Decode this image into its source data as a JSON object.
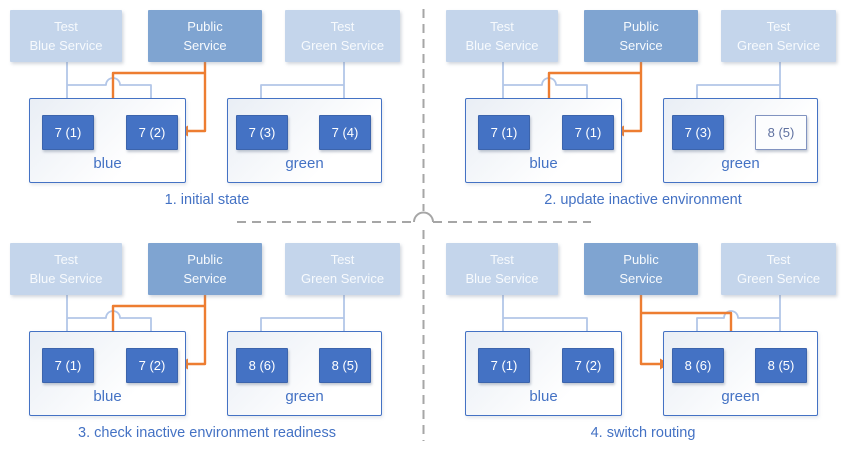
{
  "diagram": {
    "colors": {
      "pod_fill": "#4472c4",
      "pod_border": "#3c64ac",
      "pod_text": "#ffffff",
      "pod_inactive_bg": "#fcfdfe",
      "pod_inactive_border": "#8193c0",
      "pod_inactive_text": "#5f71a0",
      "test_service_fill": "#c4d5eb",
      "public_service_fill": "#7fa4d1",
      "service_text": "#f7fafd",
      "env_border": "#4472c4",
      "env_bg_start": "#e9eef5",
      "env_bg_end": "#ffffff",
      "label_text": "#4472c4",
      "test_arrow": "#b2c6e8",
      "public_arrow": "#ed7d31",
      "divider": "#a6a6a6"
    },
    "services": {
      "test_blue": [
        "Test",
        "Blue Service"
      ],
      "public": [
        "Public",
        "Service"
      ],
      "test_green": [
        "Test",
        "Green Service"
      ]
    },
    "panels": [
      {
        "caption": "1. initial state",
        "public_route": "blue",
        "blue_env": {
          "label": "blue",
          "pods": [
            {
              "label": "7 (1)",
              "style": "solid"
            },
            {
              "label": "7 (2)",
              "style": "solid"
            }
          ]
        },
        "green_env": {
          "label": "green",
          "pods": [
            {
              "label": "7 (3)",
              "style": "solid"
            },
            {
              "label": "7 (4)",
              "style": "solid"
            }
          ]
        }
      },
      {
        "caption": "2. update inactive environment",
        "public_route": "blue",
        "blue_env": {
          "label": "blue",
          "pods": [
            {
              "label": "7 (1)",
              "style": "solid"
            },
            {
              "label": "7 (1)",
              "style": "solid"
            }
          ]
        },
        "green_env": {
          "label": "green",
          "pods": [
            {
              "label": "7 (3)",
              "style": "solid"
            },
            {
              "label": "8 (5)",
              "style": "outline"
            }
          ]
        }
      },
      {
        "caption": "3. check inactive environment readiness",
        "public_route": "blue",
        "blue_env": {
          "label": "blue",
          "pods": [
            {
              "label": "7 (1)",
              "style": "solid"
            },
            {
              "label": "7 (2)",
              "style": "solid"
            }
          ]
        },
        "green_env": {
          "label": "green",
          "pods": [
            {
              "label": "8 (6)",
              "style": "solid"
            },
            {
              "label": "8 (5)",
              "style": "solid"
            }
          ]
        }
      },
      {
        "caption": "4. switch routing",
        "public_route": "green",
        "blue_env": {
          "label": "blue",
          "pods": [
            {
              "label": "7 (1)",
              "style": "solid"
            },
            {
              "label": "7 (2)",
              "style": "solid"
            }
          ]
        },
        "green_env": {
          "label": "green",
          "pods": [
            {
              "label": "8 (6)",
              "style": "solid"
            },
            {
              "label": "8 (5)",
              "style": "solid"
            }
          ]
        }
      }
    ]
  }
}
